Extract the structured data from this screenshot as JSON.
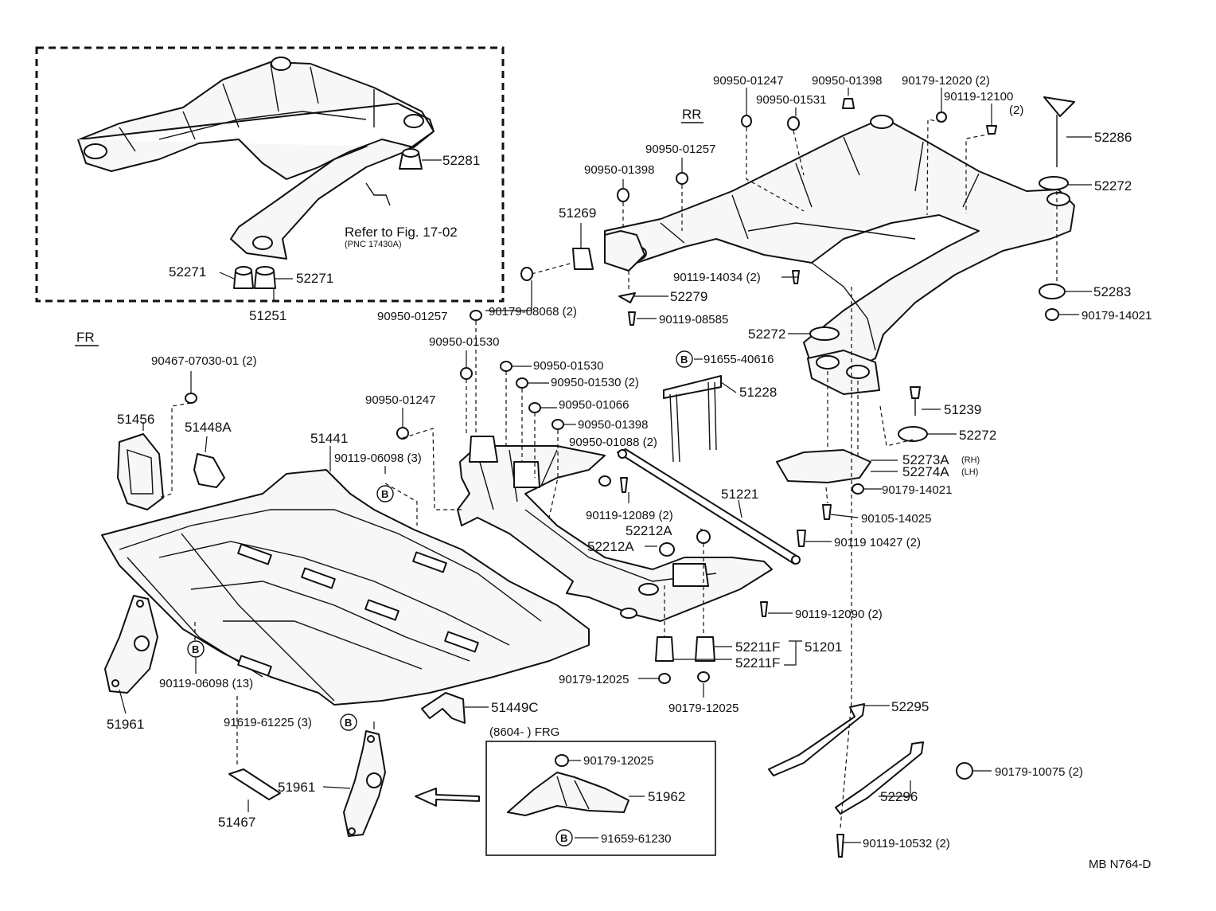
{
  "header": {
    "rr_marker": "RR",
    "fr_marker": "FR"
  },
  "inset": {
    "part_subframe": "51251",
    "part_cushion_top": "52281",
    "part_cushion_left": "52271",
    "part_cushion_right": "52271",
    "refer_line1": "Refer to Fig. 17-02",
    "refer_line2": "(PNC 17430A)"
  },
  "labels": {
    "p90950_01247_top": "90950-01247",
    "p90950_01398_top": "90950-01398",
    "p90950_01531": "90950-01531",
    "p90179_12020": "90179-12020 (2)",
    "p90119_12100": "90119-12100",
    "p90119_12100_qty": "(2)",
    "p52286": "52286",
    "p52272_a": "52272",
    "p90950_01257_a": "90950-01257",
    "p90950_01398_b": "90950-01398",
    "p51269": "51269",
    "p90119_14034": "90119-14034 (2)",
    "p52279": "52279",
    "p90119_08585": "90119-08585",
    "p90179_08068": "90179-08068 (2)",
    "p90950_01257_b": "90950-01257",
    "p52283": "52283",
    "p90179_14021_a": "90179-14021",
    "p52272_b": "52272",
    "p90950_01530_a": "90950-01530",
    "p90950_01530_b": "90950-01530",
    "p90950_01530_c": "90950-01530 (2)",
    "p91655_40616": "91655-40616",
    "p51228": "51228",
    "p90467_07030": "90467-07030-01 (2)",
    "p90950_01247_b": "90950-01247",
    "p90950_01066": "90950-01066",
    "p90950_01398_c": "90950-01398",
    "p90950_01088": "90950-01088 (2)",
    "p51239": "51239",
    "p52272_c": "52272",
    "p51456": "51456",
    "p51448a": "51448A",
    "p51441": "51441",
    "p90119_06098_a": "90119-06098 (3)",
    "p52273a": "52273A",
    "p52273a_side": "(RH)",
    "p52274a": "52274A",
    "p52274a_side": "(LH)",
    "p51221": "51221",
    "p90179_14021_b": "90179-14021",
    "p90119_12089": "90119-12089 (2)",
    "p90105_14025": "90105-14025",
    "p52212a_a": "52212A",
    "p52212a_b": "52212A",
    "p90119_10427": "90119 10427 (2)",
    "p90119_12090": "90119-12090 (2)",
    "p52211f_a": "52211F",
    "p52211f_b": "52211F",
    "p51201": "51201",
    "p90179_12025_a": "90179-12025",
    "p90179_12025_b": "90179-12025",
    "p90119_06098_b": "90119-06098 (13)",
    "p51961_a": "51961",
    "p91619_61225": "91619-61225 (3)",
    "p51449c": "51449C",
    "p52295": "52295",
    "p52296": "52296",
    "p90179_10075": "90179-10075 (2)",
    "p51961_b": "51961",
    "p51467": "51467",
    "p90119_10532": "90119-10532 (2)",
    "frg_title": "(8604-        ) FRG",
    "p90179_12025_c": "90179-12025",
    "p51962": "51962",
    "p91659_61230": "91659-61230",
    "mark_b": "B"
  },
  "footer": {
    "code": "MB  N764-D"
  }
}
